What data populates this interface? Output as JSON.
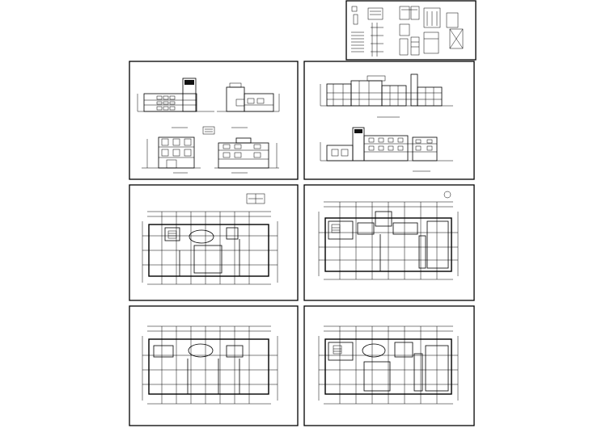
{
  "drawing_set": {
    "sheets": [
      {
        "id": "detail-sheet",
        "kind": "details",
        "caption": ""
      },
      {
        "id": "elevations-left",
        "kind": "elevations",
        "caption": ""
      },
      {
        "id": "elevations-right",
        "kind": "elevations",
        "caption": ""
      },
      {
        "id": "plan-ground",
        "kind": "floor-plan",
        "caption": ""
      },
      {
        "id": "plan-second",
        "kind": "floor-plan",
        "caption": ""
      },
      {
        "id": "plan-third",
        "kind": "floor-plan",
        "caption": ""
      },
      {
        "id": "plan-roof",
        "kind": "floor-plan",
        "caption": ""
      }
    ]
  },
  "colors": {
    "line": "#000000",
    "paper": "#ffffff"
  }
}
